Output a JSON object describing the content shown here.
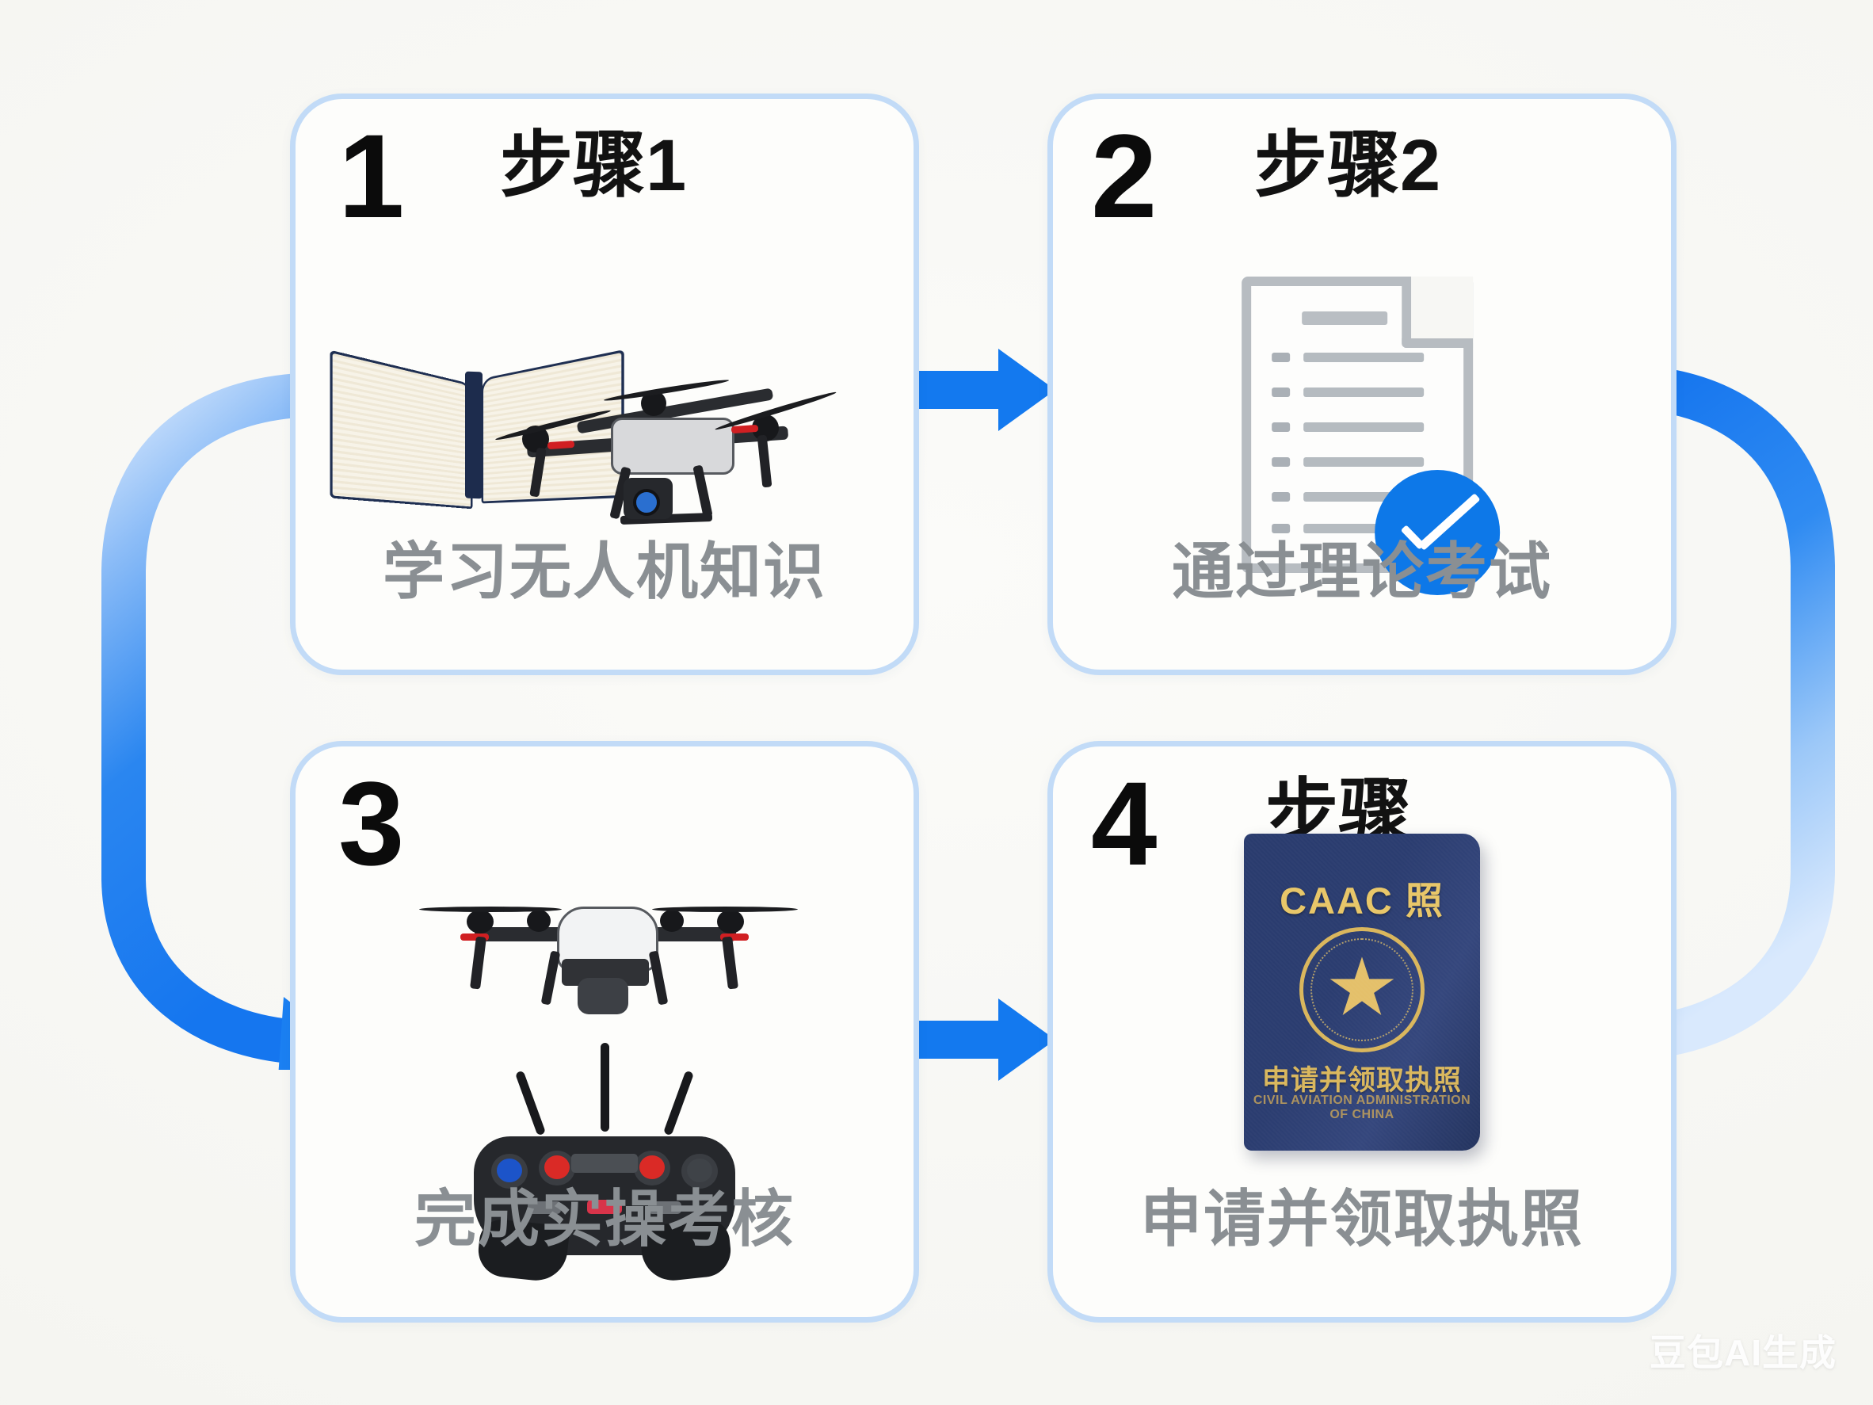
{
  "meta": {
    "watermark": "豆包AI生成",
    "colors": {
      "card_border": "#c2dbf7",
      "arrow_blue": "#0d78e8",
      "arrow_blue_light": "#cfe3fb",
      "caption_gray": "#8a8f93",
      "number_black": "#0b0b0b",
      "passport_navy": "#2b3d70",
      "passport_gold": "#e0bd63",
      "background": "#f6f6f2"
    }
  },
  "steps": [
    {
      "number": "1",
      "label": "步骤1",
      "caption": "学习无人机知识",
      "art": "book-and-drone-image"
    },
    {
      "number": "2",
      "label": "步骤2",
      "caption": "通过理论考试",
      "art": "document-with-checkmark-icon"
    },
    {
      "number": "3",
      "label": "",
      "caption": "完成实操考核",
      "art": "drone-and-remote-controller-image"
    },
    {
      "number": "4",
      "label": "步骤",
      "caption": "申请并领取执照",
      "art": "caac-license-passport-image"
    }
  ],
  "passport": {
    "title": "CAAC 照",
    "emblem": "gold-star-seal",
    "subtitle": "申请并领取执照",
    "subtitle_small": "CIVIL AVIATION ADMINISTRATION OF CHINA"
  },
  "connectors": [
    {
      "name": "arrow-step1-to-step2",
      "direction": "right",
      "style": "straight-solid"
    },
    {
      "name": "arrow-step2-to-step3",
      "direction": "down-left-then-right",
      "style": "curved-gradient-left"
    },
    {
      "name": "arrow-step3-to-step4",
      "direction": "right",
      "style": "straight-solid"
    },
    {
      "name": "arrow-step2-loop-right",
      "direction": "down-then-left",
      "style": "curved-gradient-right"
    }
  ]
}
